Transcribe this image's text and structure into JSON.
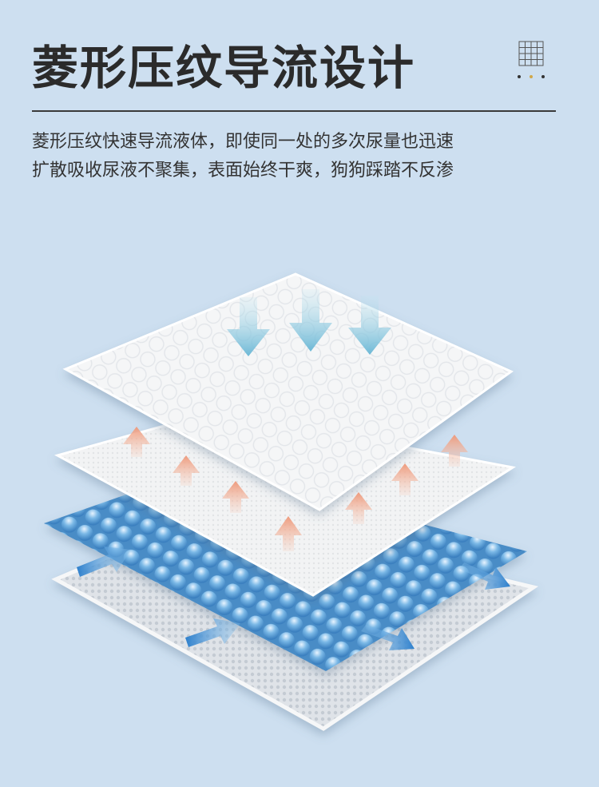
{
  "header": {
    "title": "菱形压纹导流设计",
    "decoration_icon": "grid-dots-icon"
  },
  "description": {
    "line1": "菱形压纹快速导流液体，即使同一处的多次尿量也迅速",
    "line2": "扩散吸收尿液不聚集，表面始终干爽，狗狗踩踏不反渗"
  },
  "illustration": {
    "colors": {
      "background": "#cddff0",
      "down_arrow": "#7cc2da",
      "up_arrow": "#f0a084",
      "spread_arrow": "#2f86d0",
      "beads": "#6aaee0",
      "sheet": "#f4f5f6"
    },
    "icons": [
      "down-arrow-icon",
      "up-arrow-icon",
      "spread-arrow-icon"
    ]
  }
}
